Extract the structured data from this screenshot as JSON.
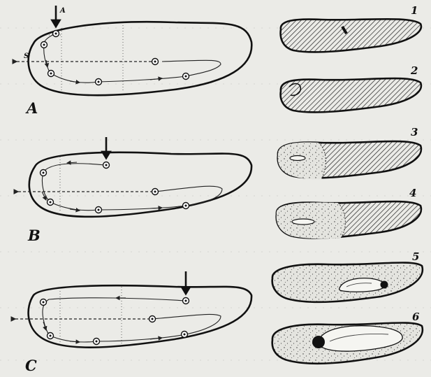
{
  "panels": {
    "a": {
      "label": "A",
      "marker_label": "A",
      "side_label": "S"
    },
    "b": {
      "label": "B"
    },
    "c": {
      "label": "C"
    }
  },
  "stages": [
    "1",
    "2",
    "3",
    "4",
    "5",
    "6"
  ],
  "colors": {
    "ink": "#111111",
    "paper": "#ebebe7"
  }
}
